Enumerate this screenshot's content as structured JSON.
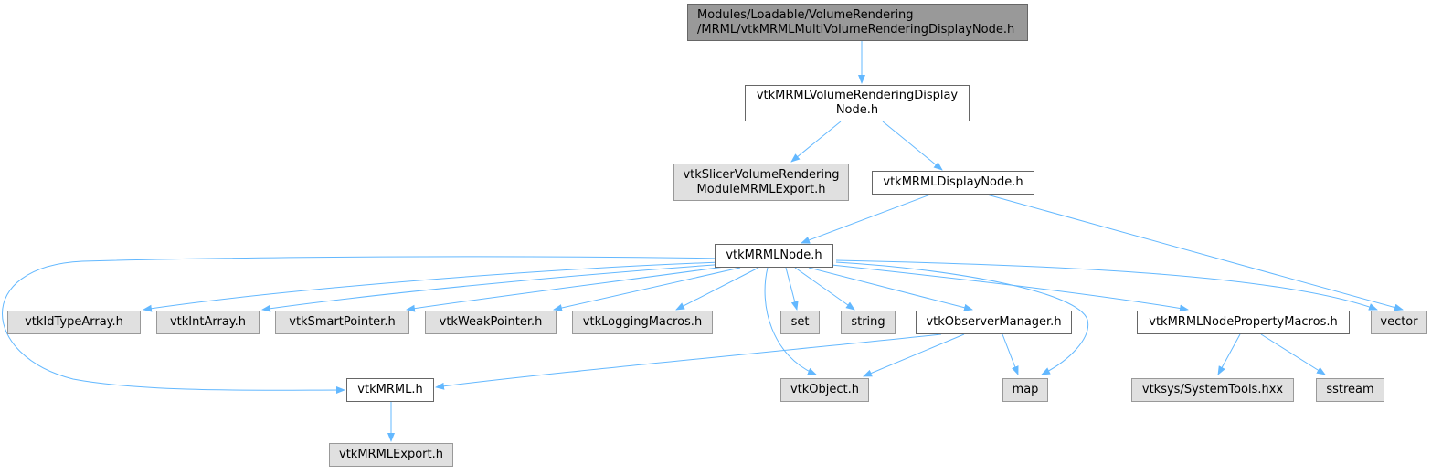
{
  "colors": {
    "edge": "#63b8ff",
    "focus_fill": "#999999",
    "internal_fill": "#ffffff",
    "external_fill": "#e0e0e0"
  },
  "nodes": {
    "focus": {
      "line1": "Modules/Loadable/VolumeRendering",
      "line2": "/MRML/vtkMRMLMultiVolumeRenderingDisplayNode.h"
    },
    "vrdn": {
      "line1": "vtkMRMLVolumeRenderingDisplay",
      "line2": "Node.h"
    },
    "slicer_export": {
      "line1": "vtkSlicerVolumeRendering",
      "line2": "ModuleMRMLExport.h"
    },
    "display_node": "vtkMRMLDisplayNode.h",
    "mrml_node": "vtkMRMLNode.h",
    "id_type_array": "vtkIdTypeArray.h",
    "int_array": "vtkIntArray.h",
    "smart_pointer": "vtkSmartPointer.h",
    "weak_pointer": "vtkWeakPointer.h",
    "logging_macros": "vtkLoggingMacros.h",
    "set": "set",
    "string": "string",
    "observer_manager": "vtkObserverManager.h",
    "node_property_macros": "vtkMRMLNodePropertyMacros.h",
    "vector": "vector",
    "mrml_h": "vtkMRML.h",
    "object": "vtkObject.h",
    "map": "map",
    "system_tools": "vtksys/SystemTools.hxx",
    "sstream": "sstream",
    "mrml_export": "vtkMRMLExport.h"
  }
}
